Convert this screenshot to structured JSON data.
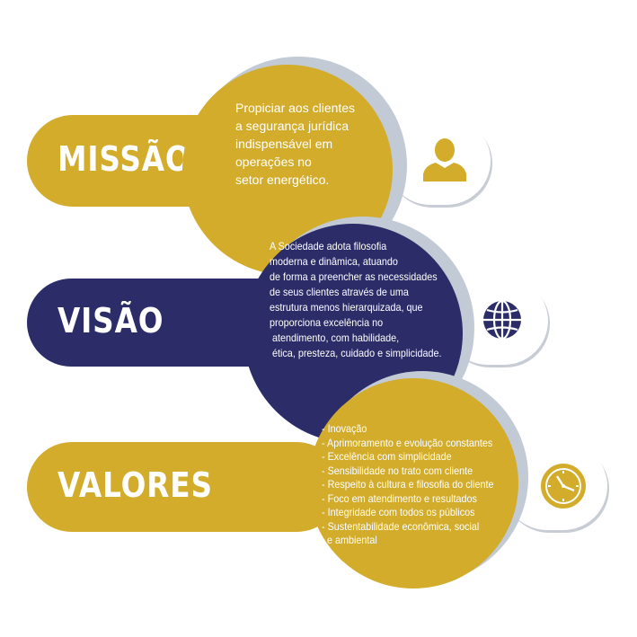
{
  "colors": {
    "gold": "#d2ac2a",
    "navy": "#2c2c68",
    "grey_ring": "#c2cad6",
    "white": "#ffffff"
  },
  "missao": {
    "title": "MISSÃO",
    "icon": "user-icon",
    "lines": [
      "Propiciar aos clientes",
      "a segurança jurídica",
      "indispensável em",
      "operações no",
      "setor energético."
    ]
  },
  "visao": {
    "title": "VISÃO",
    "icon": "globe-icon",
    "lines": [
      "A Sociedade adota filosofia",
      "moderna e dinâmica, atuando",
      "de forma a preencher as necessidades",
      "de seus clientes através de uma",
      "estrutura menos hierarquizada, que",
      "proporciona excelência no",
      " atendimento, com habilidade,",
      " ética, presteza, cuidado e simplicidade."
    ]
  },
  "valores": {
    "title": "VALORES",
    "icon": "clock-icon",
    "lines": [
      "- Inovação",
      "- Aprimoramento e evolução constantes",
      "- Excelência com simplicidade",
      "- Sensibilidade no trato com cliente",
      "- Respeito à cultura e filosofia do cliente",
      "- Foco em atendimento e resultados",
      "- Integridade com todos os públicos",
      "- Sustentabilidade econômica, social",
      "  e ambiental"
    ]
  }
}
